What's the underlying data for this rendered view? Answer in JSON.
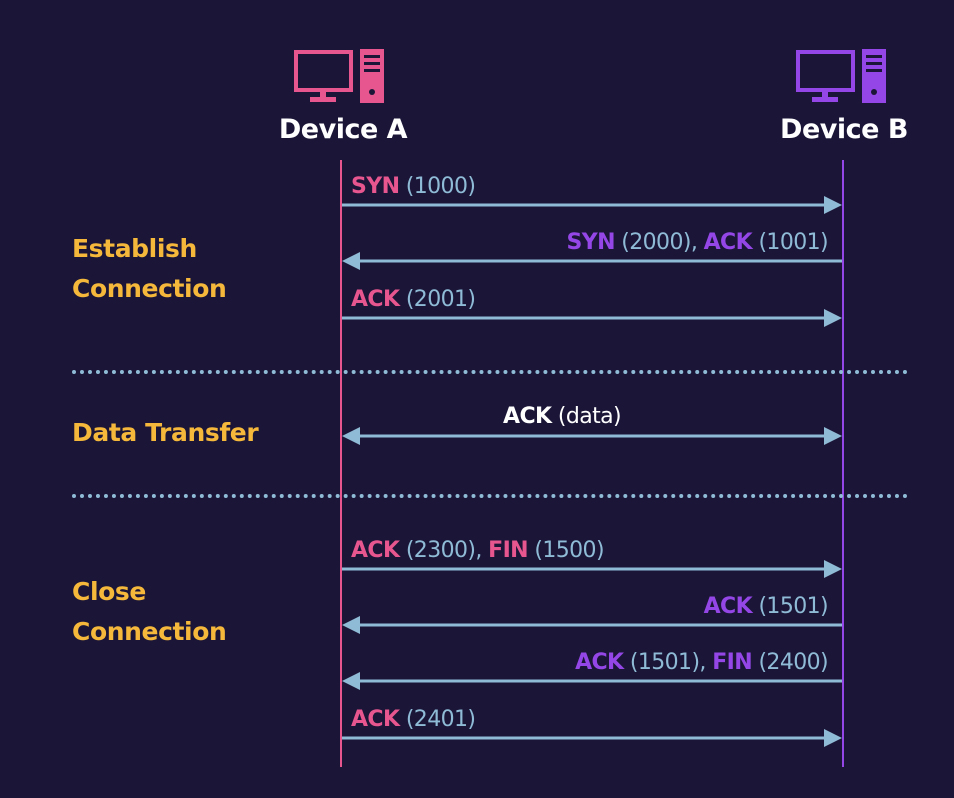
{
  "colors": {
    "background": "#1b1638",
    "device_a": "#e8568f",
    "device_b": "#9447e6",
    "arrow": "#8fbbd6",
    "phase": "#f5b83b",
    "white": "#ffffff"
  },
  "devices": {
    "a": {
      "label": "Device A",
      "icon": "computer-icon"
    },
    "b": {
      "label": "Device B",
      "icon": "computer-icon"
    }
  },
  "phases": {
    "establish": {
      "line1": "Establish",
      "line2": "Connection"
    },
    "transfer": {
      "line1": "Data Transfer"
    },
    "close": {
      "line1": "Close",
      "line2": "Connection"
    }
  },
  "messages": [
    {
      "parts": [
        [
          "SYN",
          "a"
        ],
        [
          " (1000)",
          "num"
        ]
      ],
      "direction": "a-to-b"
    },
    {
      "parts": [
        [
          "SYN",
          "b"
        ],
        [
          " (2000), ",
          "num"
        ],
        [
          "ACK",
          "b"
        ],
        [
          " (1001)",
          "num"
        ]
      ],
      "direction": "b-to-a"
    },
    {
      "parts": [
        [
          "ACK",
          "a"
        ],
        [
          " (2001)",
          "num"
        ]
      ],
      "direction": "a-to-b"
    },
    {
      "parts": [
        [
          "ACK",
          "white"
        ],
        [
          " (data)",
          "whitenum"
        ]
      ],
      "direction": "both"
    },
    {
      "parts": [
        [
          "ACK",
          "a"
        ],
        [
          " (2300), ",
          "num"
        ],
        [
          "FIN",
          "a"
        ],
        [
          " (1500)",
          "num"
        ]
      ],
      "direction": "a-to-b"
    },
    {
      "parts": [
        [
          "ACK",
          "b"
        ],
        [
          " (1501)",
          "num"
        ]
      ],
      "direction": "b-to-a"
    },
    {
      "parts": [
        [
          "ACK",
          "b"
        ],
        [
          " (1501), ",
          "num"
        ],
        [
          "FIN",
          "b"
        ],
        [
          " (2400)",
          "num"
        ]
      ],
      "direction": "b-to-a"
    },
    {
      "parts": [
        [
          "ACK",
          "a"
        ],
        [
          " (2401)",
          "num"
        ]
      ],
      "direction": "a-to-b"
    }
  ]
}
